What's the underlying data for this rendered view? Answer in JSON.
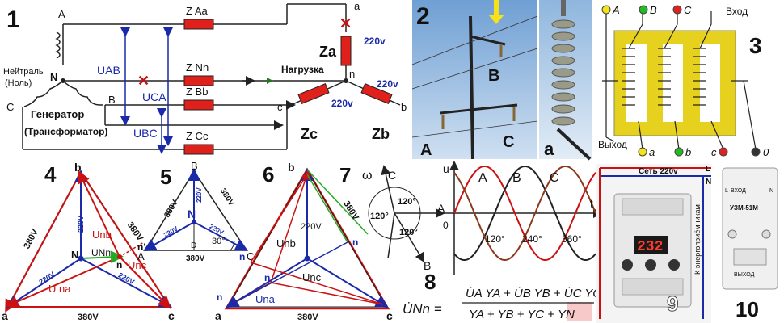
{
  "panel1": {
    "number": "1",
    "node_a": "A",
    "node_n": "N",
    "node_b": "B",
    "node_c": "C",
    "neutral_line1": "Нейтраль",
    "neutral_line2": "(Ноль)",
    "generator_line1": "Генератор",
    "generator_line2": "(Трансформатор)",
    "z_aa": "Z Aa",
    "z_nn": "Z Nn",
    "z_bb": "Z Bb",
    "z_cc": "Z Cc",
    "u_ab": "UAB",
    "u_ca": "UCA",
    "u_bc": "UBC",
    "load_label": "Нагрузка",
    "za": "Za",
    "zb": "Zb",
    "zc": "Zc",
    "load_a": "a",
    "load_b": "b",
    "load_c": "c",
    "load_n": "n",
    "v1": "220v",
    "v2": "220v",
    "v3": "220v"
  },
  "panel2": {
    "number": "2",
    "label_a": "A",
    "label_b": "B",
    "label_c": "C",
    "label_insulator": "a"
  },
  "panel3": {
    "number": "3",
    "in_a": "A",
    "in_b": "B",
    "in_c": "C",
    "in_label": "Вход",
    "out_label": "Выход",
    "out_a": "a",
    "out_b": "b",
    "out_c": "c",
    "out_0": "0"
  },
  "panel4": {
    "number": "4",
    "vertex_a": "a",
    "vertex_b": "b",
    "vertex_c": "c",
    "center": "N",
    "node_n": "n",
    "node_n2": "n'",
    "v_left": "380V",
    "v_right": "380V",
    "v_bottom": "380V",
    "v_inner1": "220V",
    "v_inner2": "220V",
    "v_inner3": "220V",
    "unb": "Unb",
    "unn": "UNn",
    "unc": "Unc",
    "una": "U na"
  },
  "panel5": {
    "number": "5",
    "vertex_b": "B",
    "vertex_a": "A",
    "vertex_c": "C",
    "center": "N",
    "d": "D",
    "v_left": "380V",
    "v_right": "380V",
    "v_bottom": "380V",
    "v_i1": "220V",
    "v_i2": "220V",
    "v_i3": "220V",
    "angle": "30°"
  },
  "panel6": {
    "number": "6",
    "vertex_a": "a",
    "vertex_b": "b",
    "vertex_c": "c",
    "v_right": "380V",
    "v_bottom": "380V",
    "v_inner": "220V",
    "unb": "Unb",
    "unc": "Unc",
    "una": "Una",
    "n1": "n",
    "n2": "n",
    "n3": "n",
    "n4": "n"
  },
  "panel7": {
    "number": "7",
    "omega": "ω",
    "a": "A",
    "b": "B",
    "c": "C",
    "ang1": "120°",
    "ang2": "120°",
    "ang3": "120°"
  },
  "panel8": {
    "number": "8",
    "lhs": "U̇Nn =",
    "numerator": "U̇A YA + U̇B YB + U̇C YC",
    "denominator": "YA + YB + YC + YN"
  },
  "sine": {
    "u": "u",
    "t": "t",
    "a": "A",
    "b": "B",
    "c": "C",
    "zero": "0",
    "a_axis": "A",
    "deg120": "120°",
    "deg240": "240°",
    "deg360": "360°"
  },
  "panel9": {
    "number": "9",
    "net": "Сеть 220v",
    "l": "L",
    "n": "N",
    "display": "232",
    "vertical": "К энергоприёмникам"
  },
  "panel10": {
    "number": "10",
    "model": "УЗМ-51М",
    "in": "ВХОД",
    "out": "ВЫХОД",
    "l": "L",
    "n": "N"
  },
  "colors": {
    "red": "#cc1111",
    "blue": "#1a2aa8",
    "green": "#22aa22",
    "resistor": "#e0201a",
    "device": "#e8e8e8"
  }
}
